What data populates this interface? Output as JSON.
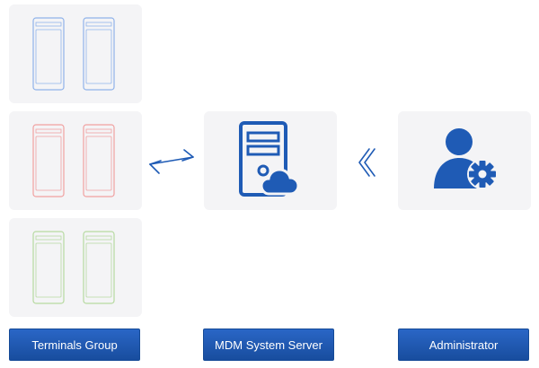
{
  "labels": {
    "terminals": "Terminals Group",
    "server": "MDM System Server",
    "admin": "Administrator"
  },
  "icons": {
    "server": "server-cloud-icon",
    "admin": "admin-gear-icon",
    "bidirectional_arrow": "bidirectional-arrow-icon",
    "chevron": "double-chevron-left-icon",
    "terminal": "pos-terminal-icon"
  },
  "colors": {
    "primary": "#1f5bb5",
    "terminal_blue": "#8fb2ea",
    "terminal_red": "#f0a0a0",
    "terminal_green": "#b6d9a0",
    "tile_bg": "#f4f4f6"
  },
  "terminal_groups": [
    {
      "color": "#8fb2ea",
      "count": 2
    },
    {
      "color": "#f0a0a0",
      "count": 2
    },
    {
      "color": "#b6d9a0",
      "count": 2
    }
  ]
}
